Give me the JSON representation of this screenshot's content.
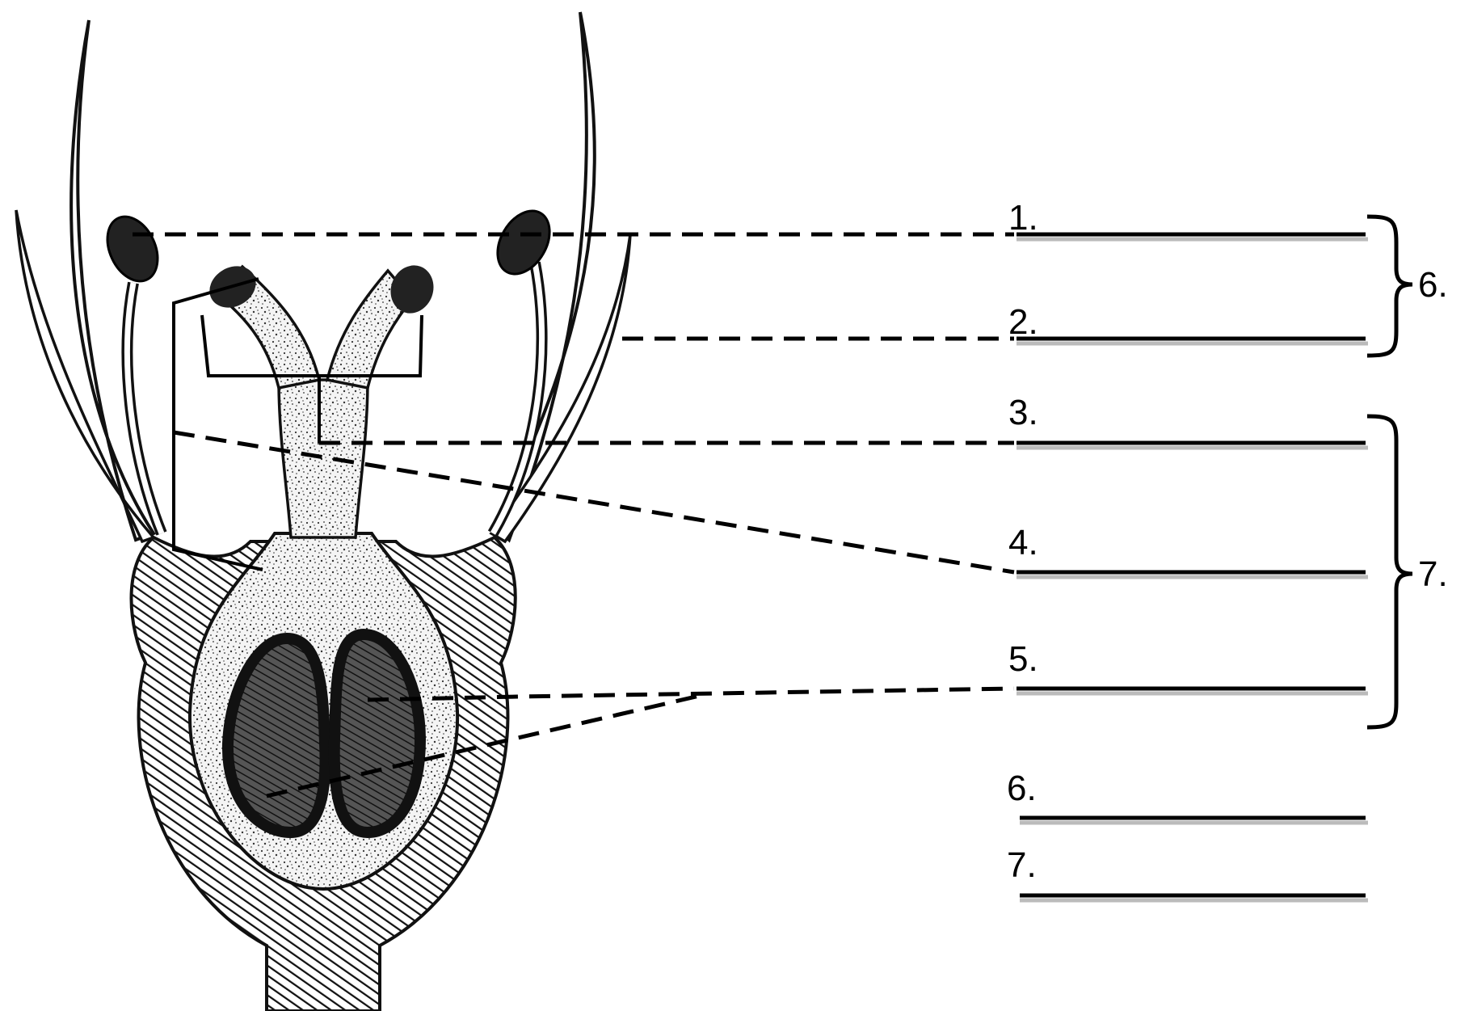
{
  "blanks": [
    {
      "number": "1."
    },
    {
      "number": "2."
    },
    {
      "number": "3."
    },
    {
      "number": "4."
    },
    {
      "number": "5."
    },
    {
      "number": "6."
    },
    {
      "number": "7."
    }
  ],
  "groups": [
    {
      "number": "6."
    },
    {
      "number": "7."
    }
  ]
}
